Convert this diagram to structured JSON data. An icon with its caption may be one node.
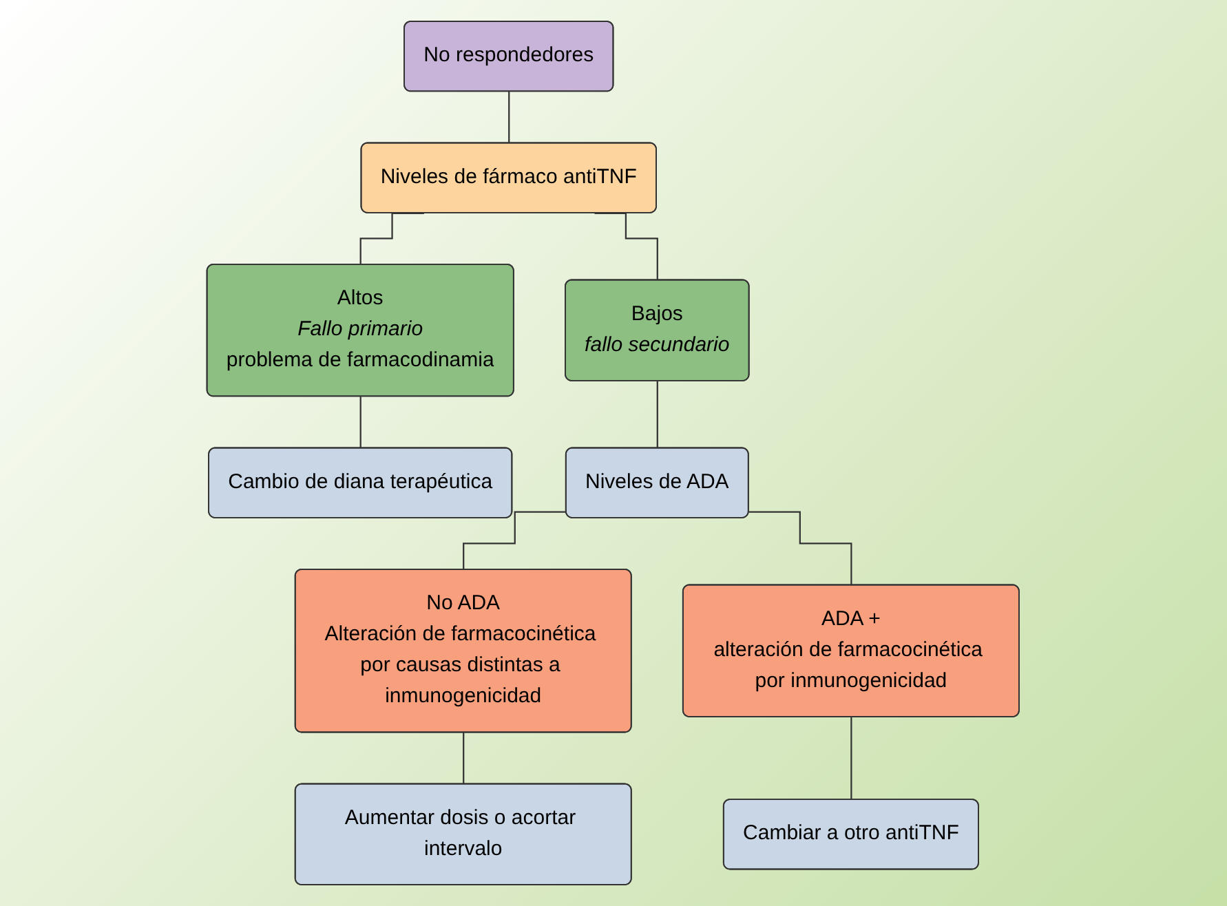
{
  "diagram": {
    "nodes": [
      {
        "text": [
          "No respondedores"
        ]
      },
      {
        "text": [
          "Niveles de fármaco antiTNF"
        ]
      },
      {
        "text": [
          "Altos",
          "Fallo primario",
          "problema de farmacodinamia"
        ]
      },
      {
        "text": [
          "Bajos",
          "fallo secundario"
        ]
      },
      {
        "text": [
          "Cambio de diana terapéutica"
        ]
      },
      {
        "text": [
          "Niveles de ADA"
        ]
      },
      {
        "text": [
          "No ADA",
          "Alteración de farmacocinética por causas distintas a inmunogenicidad"
        ]
      },
      {
        "text": [
          "ADA +",
          "alteración de farmacocinética por inmunogenicidad"
        ]
      },
      {
        "text": [
          "Aumentar dosis o acortar intervalo"
        ]
      },
      {
        "text": [
          "Cambiar a otro antiTNF"
        ]
      }
    ],
    "edges": [
      {
        "from": 0,
        "to": 1,
        "arrow": "none"
      },
      {
        "from": 1,
        "to": 2,
        "arrow": "none"
      },
      {
        "from": 1,
        "to": 3,
        "arrow": "none"
      },
      {
        "from": 2,
        "to": 4,
        "arrow": "none"
      },
      {
        "from": 3,
        "to": 5,
        "arrow": "none"
      },
      {
        "from": 5,
        "to": 6,
        "arrow": "none"
      },
      {
        "from": 5,
        "to": 7,
        "arrow": "none"
      },
      {
        "from": 6,
        "to": 8,
        "arrow": "none"
      },
      {
        "from": 7,
        "to": 9,
        "arrow": "none"
      }
    ]
  }
}
